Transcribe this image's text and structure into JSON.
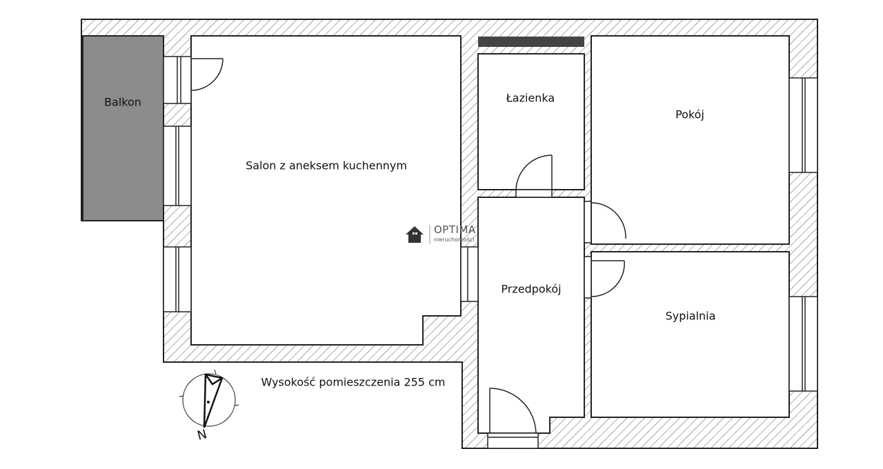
{
  "rooms": {
    "balcony": "Balkon",
    "living": "Salon z aneksem kuchennym",
    "bathroom": "Łazienka",
    "room": "Pokój",
    "hall": "Przedpokój",
    "bedroom": "Sypialnia"
  },
  "ceiling_height_note": "Wysokość pomieszczenia 255 cm",
  "compass": {
    "label": "N"
  },
  "logo": {
    "name": "OPTIMA",
    "tagline": "nieruchomości"
  },
  "colors": {
    "wall_hatch": "#333333",
    "balcony_fill": "#8c8c8c",
    "bar": "#444444"
  }
}
